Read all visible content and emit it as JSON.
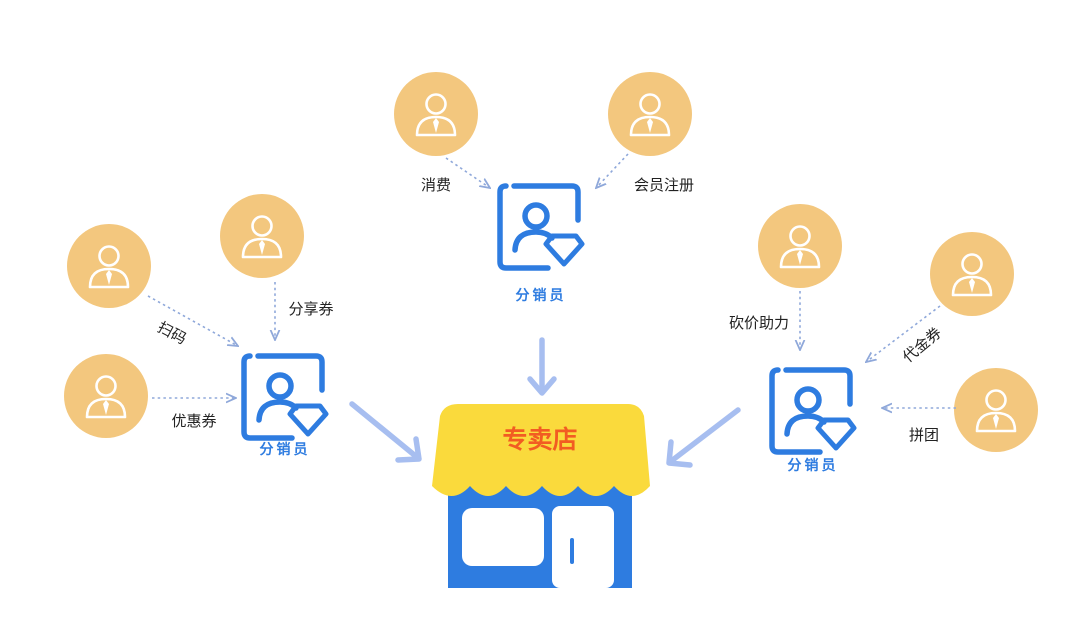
{
  "colors": {
    "user_circle": "#F3C77E",
    "user_icon": "#FFFFFF",
    "agent_blue": "#2E7CE0",
    "agent_label": "#2E7CE0",
    "dotted_arrow": "#8FA8DA",
    "big_arrow": "#A7BEF0",
    "awning": "#FADA3C",
    "awning_text": "#F25C22",
    "store_body": "#2E7CE0",
    "store_window": "#FFFFFF"
  },
  "icons": {
    "user": "user-tie-icon",
    "agent": "profile-diamond-icon",
    "store": "storefront-icon"
  },
  "store": {
    "title": "专卖店"
  },
  "agents": {
    "left": {
      "label": "分销员"
    },
    "center": {
      "label": "分销员"
    },
    "right": {
      "label": "分销员"
    }
  },
  "channels": {
    "scan_code": {
      "label": "扫码"
    },
    "coupon_discount": {
      "label": "优惠券"
    },
    "share_coupon": {
      "label": "分享券"
    },
    "consume": {
      "label": "消费"
    },
    "member_register": {
      "label": "会员注册"
    },
    "bargain_help": {
      "label": "砍价助力"
    },
    "voucher": {
      "label": "代金券"
    },
    "group_buy": {
      "label": "拼团"
    }
  }
}
